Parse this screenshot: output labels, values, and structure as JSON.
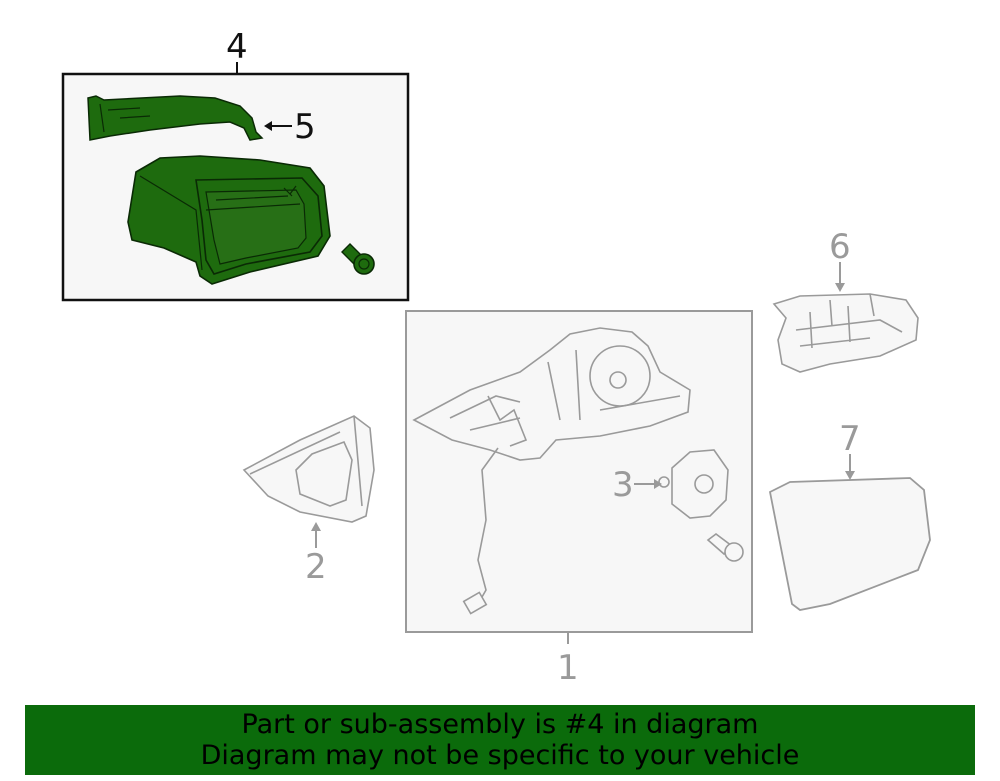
{
  "callouts": {
    "c1": "1",
    "c2": "2",
    "c3": "3",
    "c4": "4",
    "c5": "5",
    "c6": "6",
    "c7": "7"
  },
  "banner": {
    "line1": "Part or sub-assembly is #4 in diagram",
    "line2": "Diagram may not be specific to your vehicle"
  },
  "colors": {
    "highlight_fill": "#1e6b0e",
    "banner_bg": "#0b6b0b",
    "muted_line": "#9a9a9a",
    "active_line": "#111111"
  },
  "icons": {
    "housing_cover": "mirror-cover-icon",
    "trim_strip": "trim-strip-icon",
    "screw": "screw-icon",
    "mirror_assembly": "mirror-assembly-icon",
    "glass": "mirror-glass-icon"
  }
}
